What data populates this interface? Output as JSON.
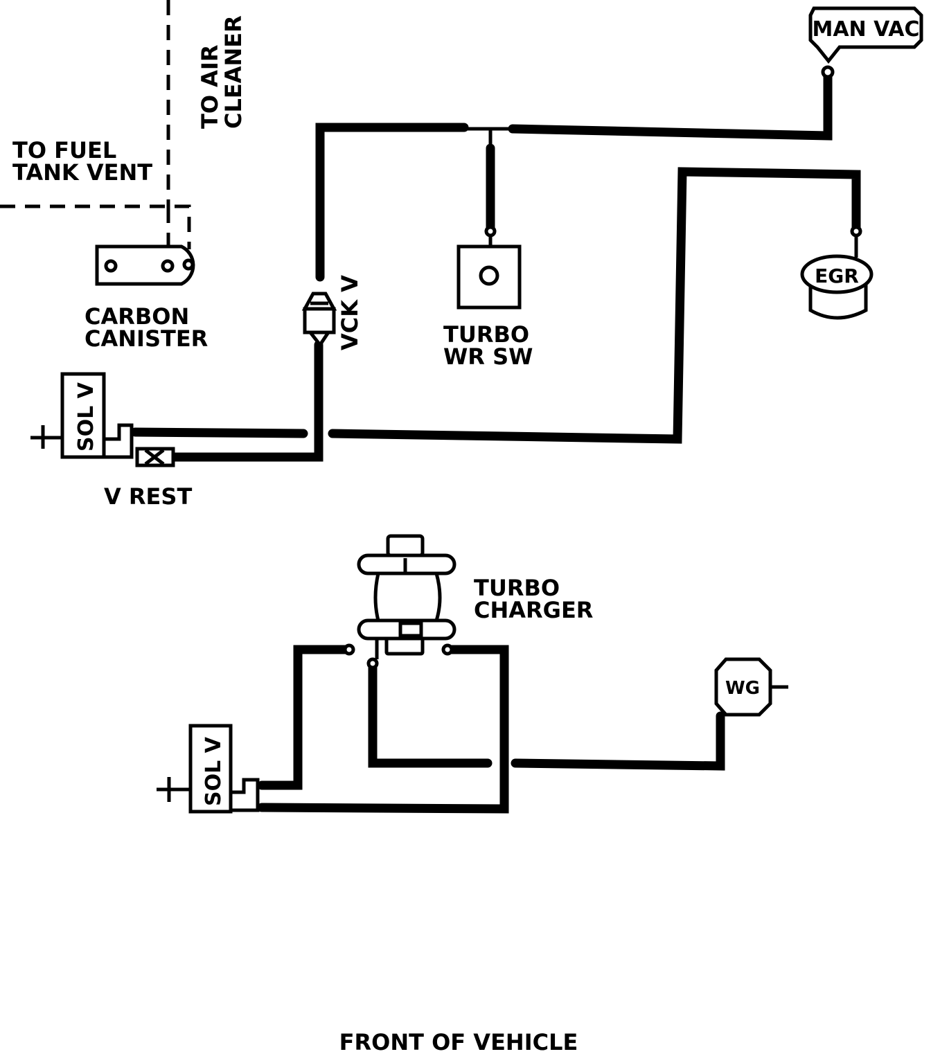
{
  "labels": {
    "to_air_cleaner_line1": "TO AIR",
    "to_air_cleaner_line2": "CLEANER",
    "to_fuel_line1": "TO FUEL",
    "to_fuel_line2": "TANK VENT",
    "man_vac": "MAN VAC",
    "carbon_line1": "CARBON",
    "carbon_line2": "CANISTER",
    "vck_v": "VCK V",
    "turbo_wr_line1": "TURBO",
    "turbo_wr_line2": "WR SW",
    "egr": "EGR",
    "sol_v_upper": "SOL V",
    "v_rest": "V REST",
    "turbocharger_line1": "TURBO",
    "turbocharger_line2": "CHARGER",
    "wg": "WG",
    "sol_v_lower": "SOL V",
    "front_of_vehicle": "FRONT OF VEHICLE"
  },
  "symbols": {
    "plus_sign_upper": "+",
    "plus_sign_lower": "+"
  }
}
